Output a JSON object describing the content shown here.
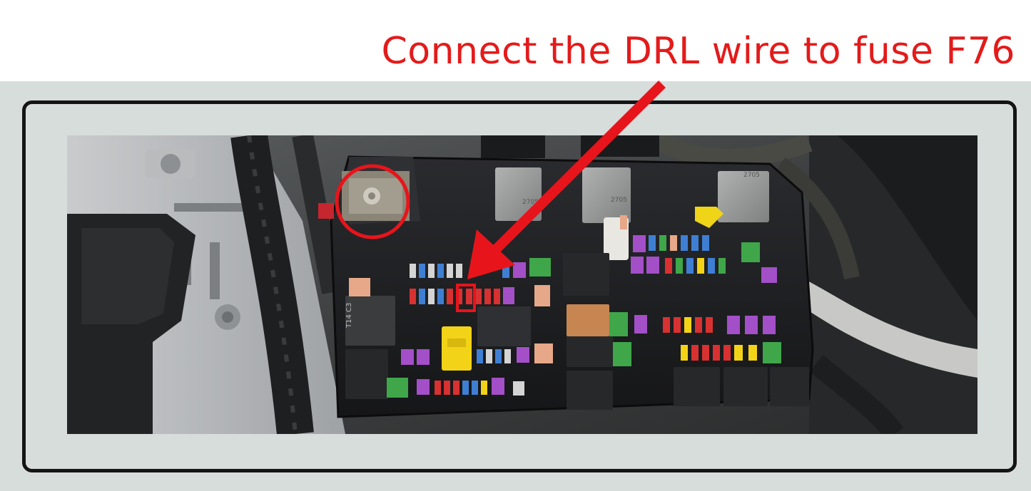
{
  "caption": "Connect the DRL wire to fuse F76",
  "colors": {
    "caption": "#e31b1b",
    "band": "#d6dddb",
    "frame": "#141414",
    "fuse_box": "#1b1c1e",
    "relay_gray": "#9a9c9c",
    "relay_black": "#26282a",
    "marker": "#e8141b"
  },
  "photo": {
    "subject": "under-hood fuse and relay box",
    "relay_labels": [
      "2705",
      "2705",
      "2705",
      "T14 C3"
    ]
  },
  "annotations": {
    "arrow": "red arrow pointing to fuse F76",
    "highlight_box": "red rectangle around fuse F76",
    "circle": "red circle around battery terminal stud"
  }
}
